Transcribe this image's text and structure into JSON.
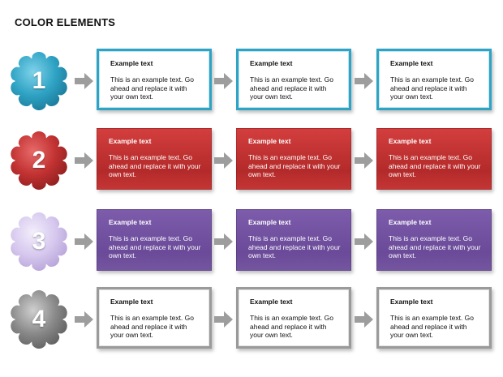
{
  "title": "COLOR ELEMENTS",
  "colors": {
    "teal": "#2fa3c4",
    "red": "#c23232",
    "purple": "#6f519e",
    "lavender": "#d6c8ee",
    "gray": "#7d7d7d",
    "arrow": "#9d9d9d"
  },
  "rows": [
    {
      "number": "1",
      "cards": [
        {
          "heading": "Example text",
          "body": "This is an example text. Go ahead and replace it with your own text."
        },
        {
          "heading": "Example text",
          "body": "This is an example text. Go ahead and replace it with your own text."
        },
        {
          "heading": "Example text",
          "body": "This is an example text. Go ahead and replace it with your own text."
        }
      ]
    },
    {
      "number": "2",
      "cards": [
        {
          "heading": "Example text",
          "body": "This is an example text. Go ahead and replace it with your own text."
        },
        {
          "heading": "Example text",
          "body": "This is an example text. Go ahead and replace it with your own text."
        },
        {
          "heading": "Example text",
          "body": "This is an example text. Go ahead and replace it with your own text."
        }
      ]
    },
    {
      "number": "3",
      "cards": [
        {
          "heading": "Example text",
          "body": "This is an example text. Go ahead and replace it with your own text."
        },
        {
          "heading": "Example text",
          "body": "This is an example text. Go ahead and replace it with your own text."
        },
        {
          "heading": "Example text",
          "body": "This is an example text. Go ahead and replace it with your own text."
        }
      ]
    },
    {
      "number": "4",
      "cards": [
        {
          "heading": "Example text",
          "body": "This is an example text. Go ahead and replace it with your own text."
        },
        {
          "heading": "Example text",
          "body": "This is an example text. Go ahead and replace it with your own text."
        },
        {
          "heading": "Example text",
          "body": "This is an example text. Go ahead and replace it with your own text."
        }
      ]
    }
  ]
}
